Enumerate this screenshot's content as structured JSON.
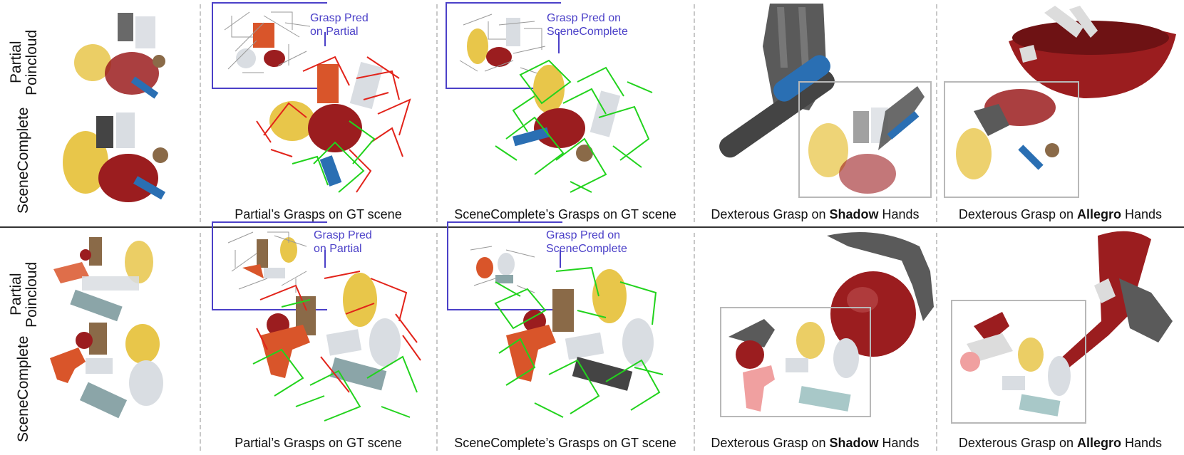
{
  "figure": {
    "rows": [
      {
        "labels": {
          "partial": "Partial\nPoincloud",
          "complete": "SceneComplete"
        },
        "captions": {
          "partial_grasps": "Partial’s Grasps on GT scene",
          "complete_grasps": "SceneComplete’s Grasps on GT scene",
          "shadow_prefix": "Dexterous Grasp on ",
          "shadow_bold": "Shadow",
          "shadow_suffix": " Hands",
          "allegro_prefix": "Dexterous Grasp on ",
          "allegro_bold": "Allegro",
          "allegro_suffix": " Hands"
        },
        "callouts": {
          "partial": "Grasp Pred\non Partial",
          "complete": "Grasp Pred on\nSceneComplete"
        }
      },
      {
        "labels": {
          "partial": "Partial\nPoincloud",
          "complete": "SceneComplete"
        },
        "captions": {
          "partial_grasps": "Partial’s Grasps on GT scene",
          "complete_grasps": "SceneComplete’s Grasps on GT scene",
          "shadow_prefix": "Dexterous Grasp on ",
          "shadow_bold": "Shadow",
          "shadow_suffix": " Hands",
          "allegro_prefix": "Dexterous Grasp on ",
          "allegro_bold": "Allegro",
          "allegro_suffix": " Hands"
        },
        "callouts": {
          "partial": "Grasp Pred\non Partial",
          "complete": "Grasp Pred on\nSceneComplete"
        }
      }
    ],
    "colors": {
      "callout": "#4b40c8",
      "grasp_fail": "#e2231a",
      "grasp_success": "#22d31d",
      "divider": "#333333",
      "dashed_separator": "#c8c8c8",
      "inset_border": "#b8b8b8"
    }
  }
}
